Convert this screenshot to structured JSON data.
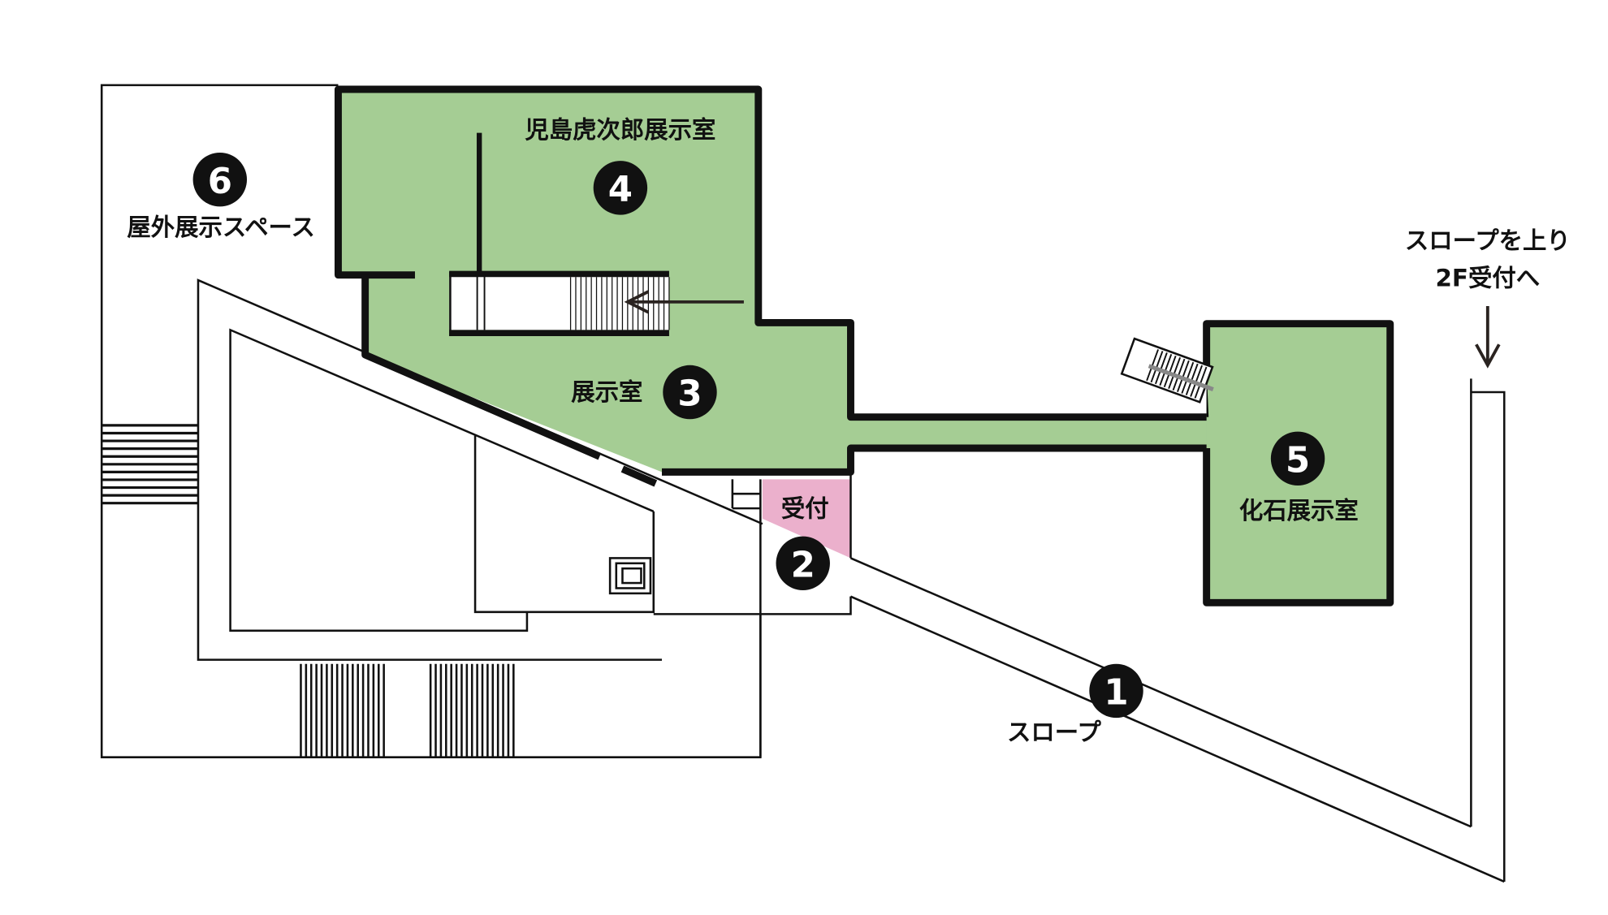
{
  "colors": {
    "exhibit_room": "#a5cd94",
    "reception": "#ebb0cc",
    "wall": "#111111"
  },
  "areas": [
    {
      "number": "1",
      "label": "スロープ"
    },
    {
      "number": "2",
      "label": "受付"
    },
    {
      "number": "3",
      "label": "展示室"
    },
    {
      "number": "4",
      "label": "児島虎次郎展示室"
    },
    {
      "number": "5",
      "label": "化石展示室"
    },
    {
      "number": "6",
      "label": "屋外展示スペース"
    }
  ],
  "direction_note": {
    "line1": "スロープを上り",
    "line2": "2F受付へ"
  }
}
